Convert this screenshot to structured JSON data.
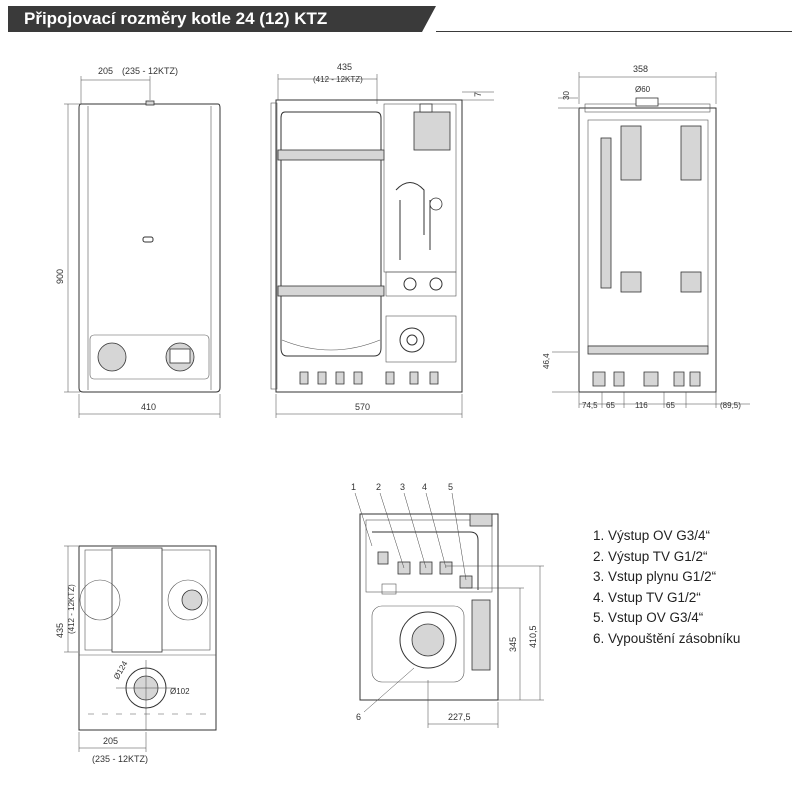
{
  "header": {
    "title": "Připojovací rozměry kotle 24 (12) KTZ"
  },
  "front_view": {
    "dim_top": "205",
    "dim_top_alt": "(235 - 12KTZ)",
    "dim_height": "900",
    "dim_width": "410"
  },
  "section_view": {
    "dim_top": "435",
    "dim_top_alt": "(412 - 12KTZ)",
    "dim_right": "7",
    "dim_bottom": "570"
  },
  "side_view": {
    "dim_top": "358",
    "dim_flue": "Ø60",
    "dim_left": "30",
    "dim_left_low": "46,4",
    "dim_bottom": [
      "74,5",
      "65",
      "116",
      "65",
      "(89,5)"
    ]
  },
  "top_view": {
    "dim_left": "435",
    "dim_left_alt": "(412 - 12KTZ)",
    "dim_d1": "Ø124",
    "dim_d2": "Ø102",
    "dim_bottom": "205",
    "dim_bottom_alt": "(235 - 12KTZ)"
  },
  "bottom_view": {
    "callouts": [
      "1",
      "2",
      "3",
      "4",
      "5",
      "6"
    ],
    "dim_h1": "345",
    "dim_h2": "410,5",
    "dim_w": "227,5"
  },
  "legend": {
    "items": [
      "1. Výstup OV G3/4“",
      "2. Výstup TV G1/2“",
      "3. Vstup plynu G1/2“",
      "4. Vstup TV G1/2“",
      "5. Vstup OV G3/4“",
      "6. Vypouštění zásobníku"
    ]
  }
}
